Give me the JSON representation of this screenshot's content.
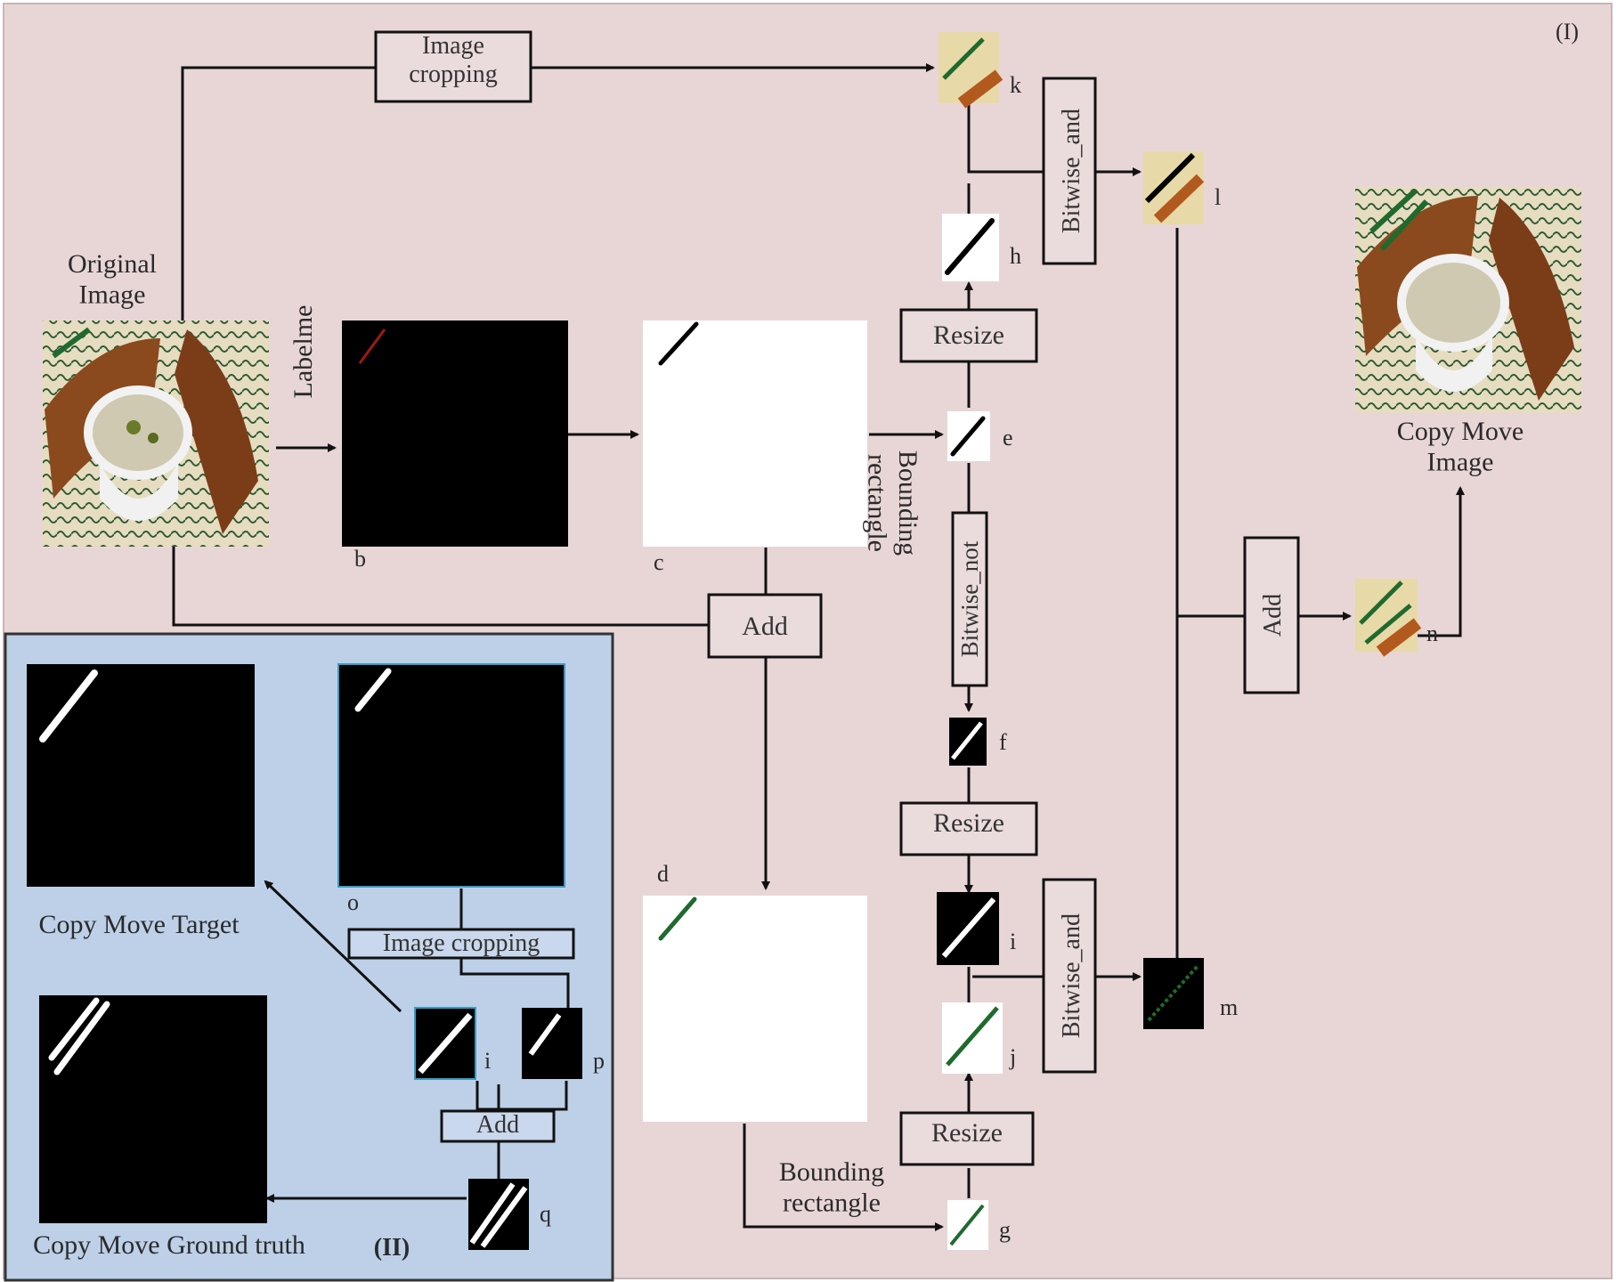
{
  "section_labels": {
    "main": "(I)",
    "sub": "(II)"
  },
  "labels": {
    "original_image": "Original Image",
    "labelme": "Labelme",
    "copy_move_image": "Copy Move Image",
    "copy_move_target": "Copy Move Target",
    "copy_move_ground_truth": "Copy Move Ground truth",
    "bounding_rectangle_1": "Bounding rectangle",
    "bounding_rectangle_2": "Bounding rectangle"
  },
  "boxes": {
    "image_cropping_top": "Image cropping",
    "image_cropping_sub": "Image cropping",
    "resize_1": "Resize",
    "resize_2": "Resize",
    "resize_3": "Resize",
    "add_1": "Add",
    "add_2": "Add",
    "add_3": "Add",
    "bitwise_and_1": "Bitwise_and",
    "bitwise_and_2": "Bitwise_and",
    "bitwise_not": "Bitwise_not"
  },
  "node_letters": {
    "b": "b",
    "c": "c",
    "d": "d",
    "e": "e",
    "f": "f",
    "g": "g",
    "h": "h",
    "i": "i",
    "i2": "i",
    "j": "j",
    "k": "k",
    "l": "l",
    "m": "m",
    "n": "n",
    "o": "o",
    "p": "p",
    "q": "q"
  },
  "colors": {
    "main_bg": "#e8d6d7",
    "sub_bg": "#bdd0e8",
    "mask_black": "#000000",
    "mask_white": "#ffffff",
    "stroke_green": "#1f6a2e",
    "stroke_red": "#a01818"
  }
}
